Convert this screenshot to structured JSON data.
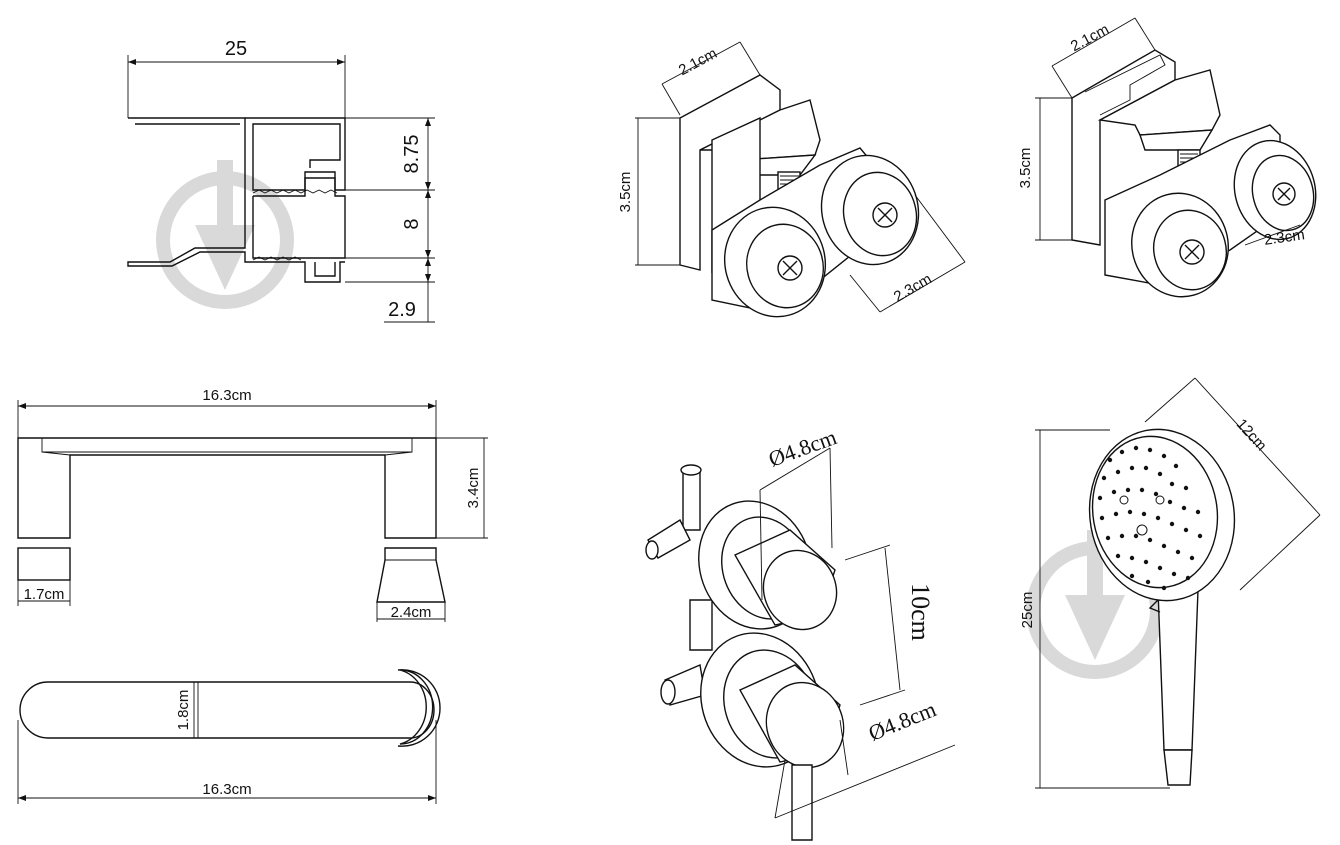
{
  "profile": {
    "width": "25",
    "upper_height": "8.75",
    "middle_height": "8",
    "lower_height": "2.9"
  },
  "roller_single": {
    "width": "2.1cm",
    "height": "3.5cm",
    "wheel": "2.3cm"
  },
  "roller_double": {
    "width": "2.1cm",
    "height": "3.5cm",
    "wheel": "2.3cm"
  },
  "handle_front": {
    "length": "16.3cm",
    "height": "3.4cm",
    "foot_left": "1.7cm",
    "foot_right": "2.4cm"
  },
  "handle_top": {
    "thickness": "1.8cm",
    "length": "16.3cm"
  },
  "mixer": {
    "top_diameter": "Ø4.8cm",
    "spacing": "10cm",
    "bottom_diameter": "Ø4.8cm"
  },
  "shower_head": {
    "diameter": "12cm",
    "length": "25cm"
  },
  "colors": {
    "line": "#111111",
    "watermark": "#d9d9d9"
  }
}
